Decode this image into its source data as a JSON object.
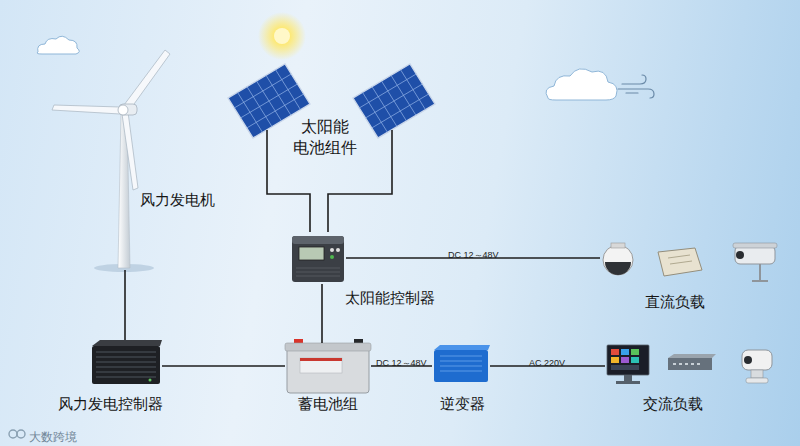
{
  "diagram": {
    "nodes": [
      {
        "text": [
          "太阳能 电池组件"
        ]
      },
      {
        "text": [
          "风力发电机"
        ]
      },
      {
        "text": [
          "太阳能控制器"
        ]
      },
      {
        "text": [
          "直流负载"
        ]
      },
      {
        "text": [
          "风力发电控制器"
        ]
      },
      {
        "text": [
          "蓄电池组"
        ]
      },
      {
        "text": [
          "逆变器"
        ]
      },
      {
        "text": [
          "交流负载"
        ]
      }
    ],
    "edges": [
      {
        "from": 0,
        "to": 2,
        "arrow": "none"
      },
      {
        "from": 1,
        "to": 4,
        "arrow": "none"
      },
      {
        "from": 2,
        "to": 3,
        "label": "DC 12～48V",
        "arrow": "none"
      },
      {
        "from": 2,
        "to": 5,
        "arrow": "none"
      },
      {
        "from": 4,
        "to": 5,
        "arrow": "none"
      },
      {
        "from": 5,
        "to": 6,
        "label": "DC 12～48V",
        "arrow": "none"
      },
      {
        "from": 6,
        "to": 7,
        "label": "AC 220V",
        "arrow": "none"
      }
    ],
    "labels": [
      "大数跨境"
    ]
  }
}
